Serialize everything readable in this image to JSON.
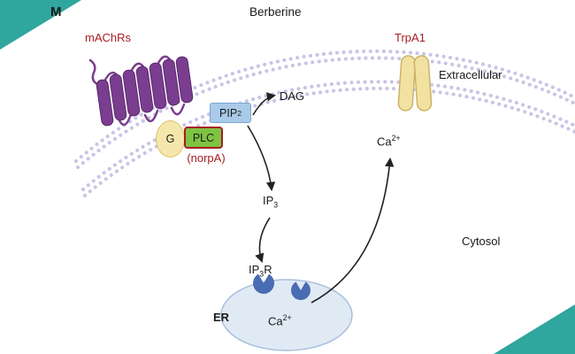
{
  "panel": {
    "label": "M"
  },
  "top": {
    "compound": "Berberine"
  },
  "labels": {
    "machrs": "mAChRs",
    "trpa1": "TrpA1",
    "extracellular": "Extracellular",
    "cytosol": "Cytosol",
    "er": "ER",
    "dag": "DAG",
    "g_protein": "G",
    "plc": "PLC",
    "norpa": "(norpA)"
  },
  "molecules": {
    "pip2": {
      "base": "PIP",
      "sub": "2"
    },
    "ip3": {
      "base": "IP",
      "sub": "3"
    },
    "ip3r": {
      "base": "IP",
      "sub": "3",
      "suffix": "R"
    },
    "ca": {
      "base": "Ca",
      "sup": "2+"
    }
  },
  "colors": {
    "corner_teal": "#2fa69e",
    "label_red": "#a61e22",
    "membrane_dot": "#c9c5e6",
    "receptor_purple": "#7b3d8f",
    "channel_yellow": "#f2e2a2",
    "pip2_blue": "#a9cae9",
    "plc_green": "#7fc342",
    "er_fill": "#e0eaf5",
    "ip3r_blue": "#4a6cb3"
  }
}
